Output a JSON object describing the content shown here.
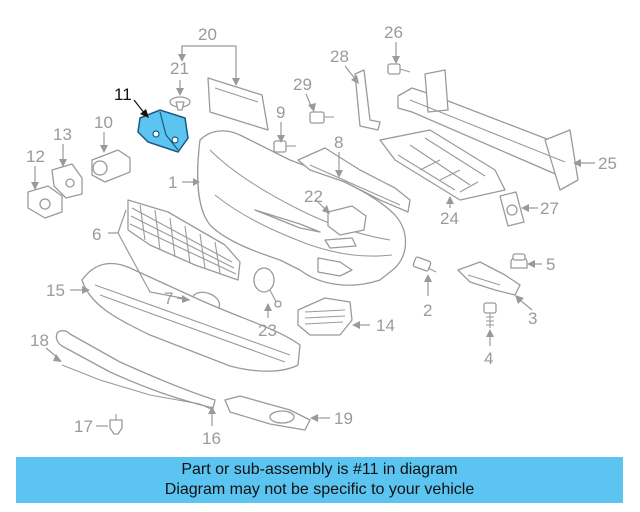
{
  "diagram": {
    "highlight_color": "#5bc4f1",
    "callouts": {
      "n1": "1",
      "n2": "2",
      "n3": "3",
      "n4": "4",
      "n5": "5",
      "n6": "6",
      "n7": "7",
      "n8": "8",
      "n9": "9",
      "n10": "10",
      "n11": "11",
      "n12": "12",
      "n13": "13",
      "n14": "14",
      "n15": "15",
      "n16": "16",
      "n17": "17",
      "n18": "18",
      "n19": "19",
      "n20": "20",
      "n21": "21",
      "n22": "22",
      "n23": "23",
      "n24": "24",
      "n25": "25",
      "n26": "26",
      "n27": "27",
      "n28": "28",
      "n29": "29"
    }
  },
  "banner": {
    "line1": "Part or sub-assembly is #11 in diagram",
    "line2": "Diagram may not be specific to your vehicle",
    "color": "#5bc4f1"
  }
}
